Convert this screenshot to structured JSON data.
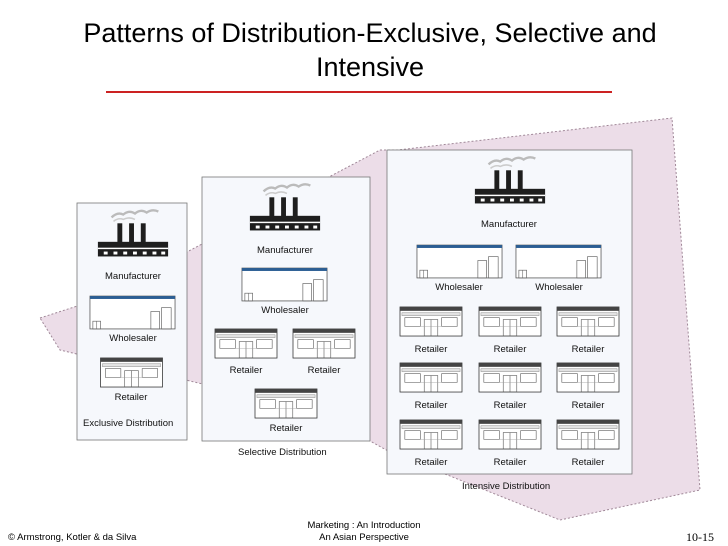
{
  "title": "Patterns of Distribution-Exclusive, Selective and Intensive",
  "labels": {
    "manufacturer": "Manufacturer",
    "wholesaler": "Wholesaler",
    "retailer": "Retailer"
  },
  "panels": {
    "exclusive": "Exclusive Distribution",
    "selective": "Selective Distribution",
    "intensive": "Intensive Distribution"
  },
  "footer": {
    "left": "© Armstrong, Kotler & da Silva",
    "mid_line1": "Marketing : An Introduction",
    "mid_line2": "An Asian Perspective",
    "page": "10-15"
  },
  "colors": {
    "accent_rule": "#cc2222",
    "band": "#ecdde8",
    "roof_stripe": "#2b5e94"
  }
}
